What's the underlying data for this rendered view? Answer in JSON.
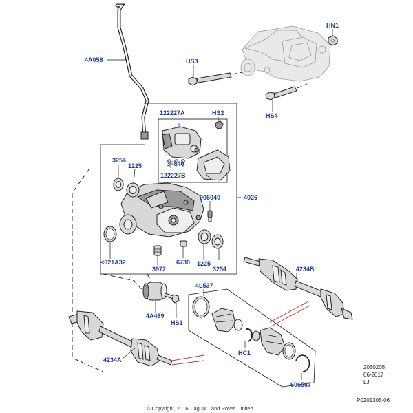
{
  "part_labels": {
    "breather_hose": "4A058",
    "mount_bolt_hs3": "HS3",
    "mount_nut_hn1": "HN1",
    "mount_bolt_hs4": "HS4",
    "actuator": "122227A",
    "screw_hs2": "HS2",
    "actuator_sensor": "3F840",
    "actuator_cover": "122227B",
    "seal_left": "3254",
    "bearing_left": "1225",
    "differential_assy": "4026",
    "sensor_906040": "906040",
    "oring": "<021A32",
    "plug_3972": "3972",
    "plug_6730": "6730",
    "bearing_right": "1225",
    "seal_right": "3254",
    "halfshaft_right": "4234B",
    "boot_kit": "4L537",
    "bush_4a489": "4A489",
    "bolt_hs1": "HS1",
    "clamp_hc1": "HC1",
    "halfshaft_left": "4234A",
    "circlip": "606567"
  },
  "footer": {
    "code": "2050205",
    "date": "06-2017",
    "initials": "LJ",
    "reference": "P0201305-06",
    "copyright": "© Copyright, 2016. Jaguar Land Rover Limited."
  }
}
